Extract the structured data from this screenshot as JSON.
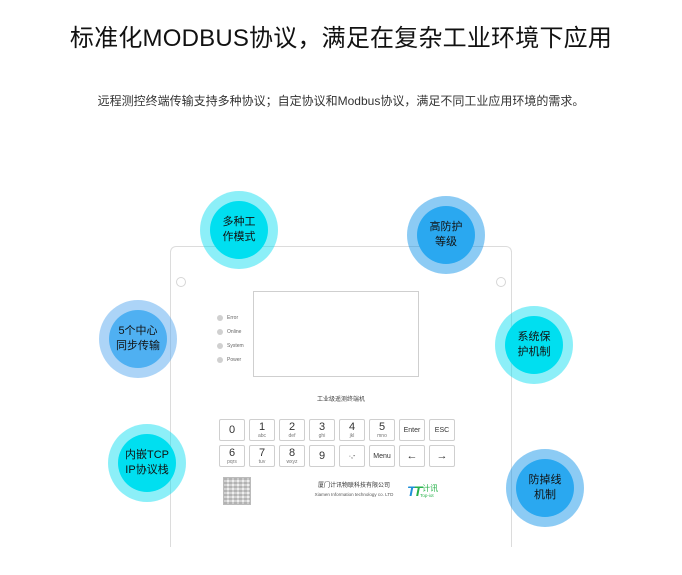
{
  "heading": {
    "title": "标准化MODBUS协议，满足在复杂工业环境下应用",
    "subtitle": "远程测控终端传输支持多种协议；自定协议和Modbus协议，满足不同工业应用环境的需求。"
  },
  "features": [
    {
      "line1": "多种工",
      "line2": "作模式"
    },
    {
      "line1": "高防护",
      "line2": "等级"
    },
    {
      "line1": "5个中心",
      "line2": "同步传输"
    },
    {
      "line1": "系统保",
      "line2": "护机制"
    },
    {
      "line1": "内嵌TCP",
      "line2": "IP协议栈"
    },
    {
      "line1": "防掉线",
      "line2": "机制"
    }
  ],
  "device": {
    "label": "工业级遥测终端机",
    "leds": [
      "Error",
      "Online",
      "System",
      "Power"
    ],
    "keys_row1": [
      {
        "main": "0",
        "sub": ""
      },
      {
        "main": "1",
        "sub": "abc"
      },
      {
        "main": "2",
        "sub": "def"
      },
      {
        "main": "3",
        "sub": "ghi"
      },
      {
        "main": "4",
        "sub": "jkl"
      },
      {
        "main": "5",
        "sub": "mno"
      },
      {
        "main": "Enter",
        "sub": ""
      },
      {
        "main": "ESC",
        "sub": ""
      }
    ],
    "keys_row2": [
      {
        "main": "6",
        "sub": "pqrs"
      },
      {
        "main": "7",
        "sub": "tuv"
      },
      {
        "main": "8",
        "sub": "wxyz"
      },
      {
        "main": "9",
        "sub": ""
      },
      {
        "main": "·,-",
        "sub": ""
      },
      {
        "main": "Menu",
        "sub": ""
      },
      {
        "main": "←",
        "sub": ""
      },
      {
        "main": "→",
        "sub": ""
      }
    ],
    "company_cn": "厦门计讯物联科技有限公司",
    "company_en": "Xiamen Information technology co. LTD",
    "brand_cn": "计讯",
    "brand_en": "Top-iot"
  }
}
